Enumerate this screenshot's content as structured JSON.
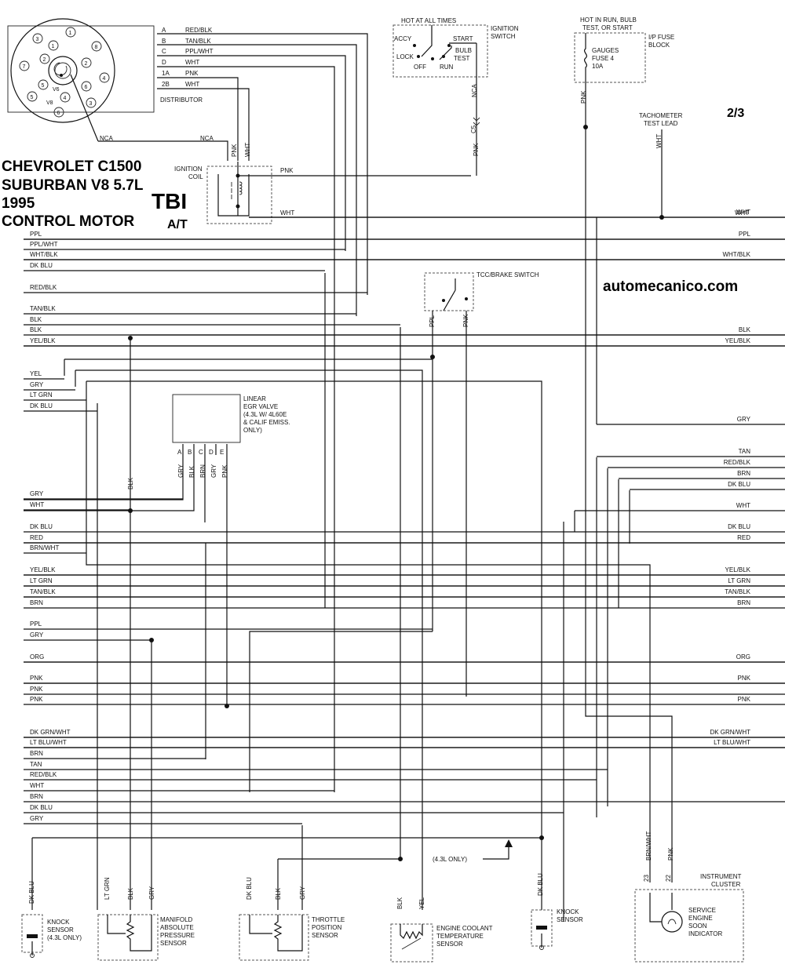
{
  "title": {
    "line1": "CHEVROLET C1500",
    "line2": "SUBURBAN V8 5.7L",
    "line3": "1995",
    "line4": "CONTROL MOTOR",
    "engine": "TBI",
    "trans": "A/T"
  },
  "page_number": "2/3",
  "watermark": "automecanico.com",
  "distributor": {
    "label": "DISTRIBUTOR",
    "v6_label": "V6",
    "v8_label": "V8",
    "cyl_numbers": [
      "1",
      "2",
      "3",
      "4",
      "5",
      "6",
      "7",
      "8"
    ],
    "pins": [
      {
        "pin": "A",
        "wire": "RED/BLK"
      },
      {
        "pin": "B",
        "wire": "TAN/BLK"
      },
      {
        "pin": "C",
        "wire": "PPL/WHT"
      },
      {
        "pin": "D",
        "wire": "WHT"
      },
      {
        "pin": "1A",
        "wire": "PNK"
      },
      {
        "pin": "2B",
        "wire": "WHT"
      }
    ],
    "nca_left": "NCA",
    "nca_right": "NCA"
  },
  "ignition_switch": {
    "label1": "IGNITION",
    "label2": "SWITCH",
    "hot": "HOT AT ALL TIMES",
    "accy": "ACCY",
    "lock": "LOCK",
    "off": "OFF",
    "run": "RUN",
    "start": "START",
    "bulb1": "BULB",
    "bulb2": "TEST",
    "wire_nca": "NCA",
    "conn_c5": "C5",
    "wire_pnk": "PNK"
  },
  "fuse_block": {
    "hot1": "HOT IN RUN, BULB",
    "hot2": "TEST, OR START",
    "block1": "I/P FUSE",
    "block2": "BLOCK",
    "fuse1": "GAUGES",
    "fuse2": "FUSE 4",
    "fuse3": "10A",
    "wire": "PNK"
  },
  "tach": {
    "label1": "TACHOMETER",
    "label2": "TEST LEAD",
    "wire": "WHT"
  },
  "ignition_coil": {
    "label1": "IGNITION",
    "label2": "COIL",
    "wire_pnk": "PNK",
    "wire_wht": "WHT",
    "out_pnk": "PNK",
    "out_wht": "WHT",
    "out_wht_right": "WHT"
  },
  "tcc_switch": {
    "label": "TCC/BRAKE SWITCH",
    "wire_ppl": "PPL",
    "wire_pnk": "PNK"
  },
  "egr_valve": {
    "label": [
      "LINEAR",
      "EGR VALVE",
      "(4.3L W/ 4L60E",
      "& CALIF EMISS.",
      "ONLY)"
    ],
    "pins": [
      "A",
      "B",
      "C",
      "D",
      "E"
    ],
    "wires": [
      "GRY",
      "BLK",
      "BRN",
      "GRY",
      "PNK"
    ]
  },
  "left_wires": [
    "PPL",
    "PPL/WHT",
    "WHT/BLK",
    "DK BLU",
    "RED/BLK",
    "TAN/BLK",
    "BLK",
    "BLK",
    "YEL/BLK",
    "YEL",
    "GRY",
    "LT GRN",
    "DK BLU",
    "GRY",
    "WHT",
    "DK BLU",
    "RED",
    "BRN/WHT",
    "YEL/BLK",
    "LT GRN",
    "TAN/BLK",
    "BRN",
    "PPL",
    "GRY",
    "ORG",
    "PNK",
    "PNK",
    "PNK",
    "DK GRN/WHT",
    "LT BLU/WHT",
    "BRN",
    "TAN",
    "RED/BLK",
    "WHT",
    "BRN",
    "DK BLU",
    "GRY"
  ],
  "right_wires": [
    "WHT",
    "PPL",
    "WHT/BLK",
    "BLK",
    "YEL/BLK",
    "GRY",
    "TAN",
    "RED/BLK",
    "BRN",
    "DK BLU",
    "WHT",
    "DK BLU",
    "RED",
    "YEL/BLK",
    "LT GRN",
    "TAN/BLK",
    "BRN",
    "ORG",
    "PNK",
    "PNK",
    "DK GRN/WHT",
    "LT BLU/WHT"
  ],
  "misc": {
    "blk_vert": "BLK",
    "only43": "(4.3L ONLY)"
  },
  "sensors": {
    "knock_left": {
      "label": [
        "KNOCK",
        "SENSOR",
        "(4.3L ONLY)"
      ],
      "wire": "DK BLU"
    },
    "map": {
      "label": [
        "MANIFOLD",
        "ABSOLUTE",
        "PRESSURE",
        "SENSOR"
      ],
      "wires": [
        "LT GRN",
        "BLK",
        "GRY"
      ]
    },
    "tps": {
      "label": [
        "THROTTLE",
        "POSITION",
        "SENSOR"
      ],
      "wires": [
        "DK BLU",
        "BLK",
        "GRY"
      ]
    },
    "ect": {
      "label": [
        "ENGINE COOLANT",
        "TEMPERATURE",
        "SENSOR"
      ],
      "wires": [
        "BLK",
        "YEL"
      ]
    },
    "knock_right": {
      "label": [
        "KNOCK",
        "SENSOR"
      ],
      "wire": "DK BLU"
    },
    "cluster": {
      "label": [
        "INSTRUMENT",
        "CLUSTER"
      ],
      "indicator": [
        "SERVICE",
        "ENGINE",
        "SOON",
        "INDICATOR"
      ],
      "wires": [
        "BRN/WHT",
        "PNK"
      ],
      "pins": [
        "23",
        "22"
      ]
    }
  }
}
